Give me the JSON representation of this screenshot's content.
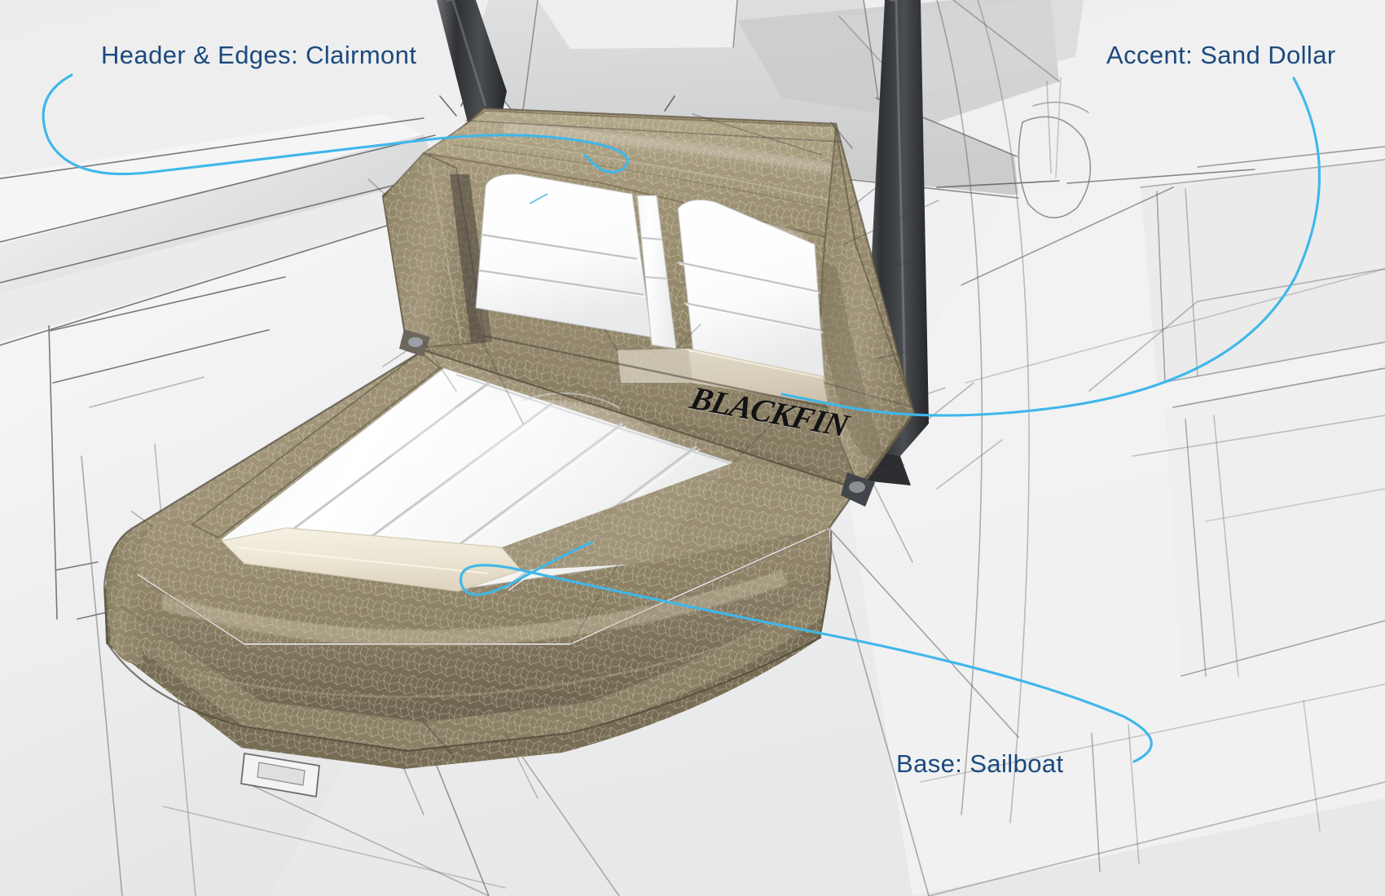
{
  "scene": {
    "title": "Blackfin boat seat colorway concept sketch",
    "background_color": "#eeeeee",
    "subject": "folding transom bench seat, backrest upright, base cushion open"
  },
  "callouts": [
    {
      "id": "header-edges",
      "label": "Header & Edges: Clairmont",
      "color": "#1b4a7d",
      "leader_color": "#3fb7ea",
      "target": "upper header bolster and outer piped edges",
      "swatch_hex": "#93876c"
    },
    {
      "id": "accent",
      "label": "Accent: Sand Dollar",
      "color": "#1b4a7d",
      "leader_color": "#3fb7ea",
      "target": "logo band and front accent stripe",
      "swatch_hex": "#efe8d8"
    },
    {
      "id": "base",
      "label": "Base: Sailboat",
      "color": "#1b4a7d",
      "leader_color": "#3fb7ea",
      "target": "white pleated seating surfaces",
      "swatch_hex": "#fdfdfd"
    }
  ],
  "labels": {
    "header_edges": "Header & Edges: Clairmont",
    "accent": "Accent: Sand Dollar",
    "base": "Base: Sailboat"
  },
  "brand": {
    "logo_text": "BLACKFIN",
    "logo_style": "bold italic serif, black on cream band"
  },
  "colors": {
    "callout_text": "#1b4a7d",
    "leader_line": "#3fb7ea",
    "vinyl_taupe": "#93876c",
    "vinyl_taupe_dark": "#6f6550",
    "vinyl_taupe_light": "#b2a689",
    "accent_cream": "#efe8d8",
    "pleat_white": "#fdfdfd",
    "pleat_shadow": "#d9dbdc",
    "sketch_line": "#4a4a4a",
    "sketch_line_soft": "#9a9a9a",
    "hull_gray": "#c6c7c8",
    "post_dark": "#3f4144",
    "background": "#eeeeee"
  },
  "annotations": {
    "materials": [
      {
        "name": "Clairmont",
        "role": "Header & Edges",
        "hex": "#93876c"
      },
      {
        "name": "Sand Dollar",
        "role": "Accent",
        "hex": "#efe8d8"
      },
      {
        "name": "Sailboat",
        "role": "Base",
        "hex": "#fdfdfd"
      }
    ]
  }
}
